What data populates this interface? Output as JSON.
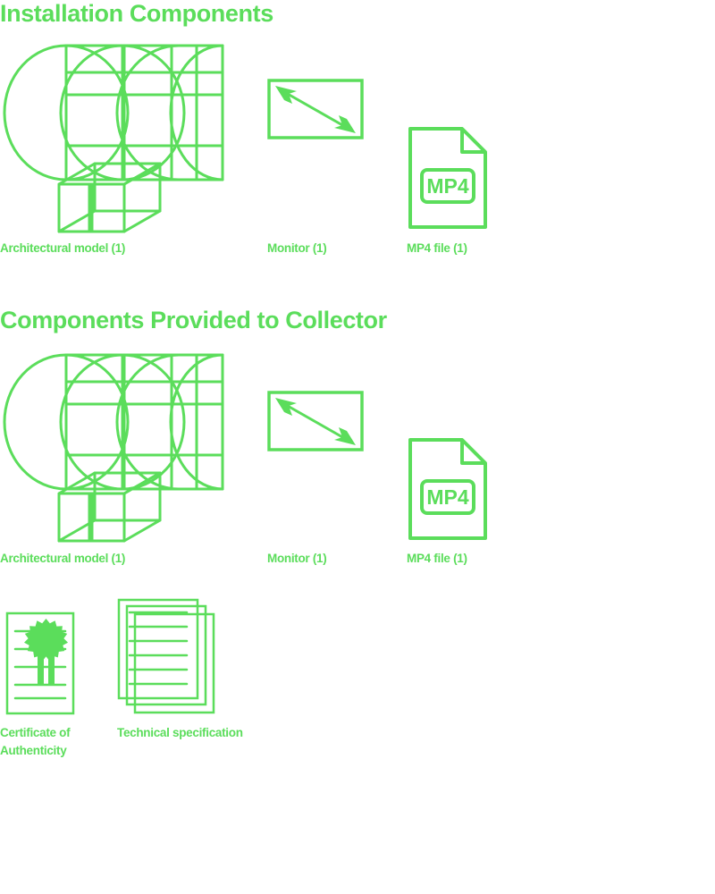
{
  "theme": {
    "accent": "#5BDD5B",
    "background": "#ffffff"
  },
  "sections": [
    {
      "id": "installation",
      "title": "Installation Components",
      "items": [
        {
          "icon": "architectural-model-icon",
          "label": "Architectural model (1)"
        },
        {
          "icon": "monitor-icon",
          "label": "Monitor (1)"
        },
        {
          "icon": "mp4-file-icon",
          "label": "MP4 file (1)",
          "badge": "MP4"
        }
      ]
    },
    {
      "id": "collector",
      "title": "Components Provided to Collector",
      "items": [
        {
          "icon": "architectural-model-icon",
          "label": "Architectural model (1)"
        },
        {
          "icon": "monitor-icon",
          "label": "Monitor (1)"
        },
        {
          "icon": "mp4-file-icon",
          "label": "MP4 file (1)",
          "badge": "MP4"
        },
        {
          "icon": "certificate-icon",
          "label": "Certificate of Authenticity"
        },
        {
          "icon": "document-stack-icon",
          "label": "Technical specification"
        }
      ]
    }
  ],
  "labels": {
    "architectural_model": "Architectural model (1)",
    "monitor": "Monitor (1)",
    "mp4_file": "MP4 file (1)",
    "certificate": "Certificate of Authenticity",
    "technical_specification": "Technical specification",
    "mp4_badge": "MP4"
  }
}
